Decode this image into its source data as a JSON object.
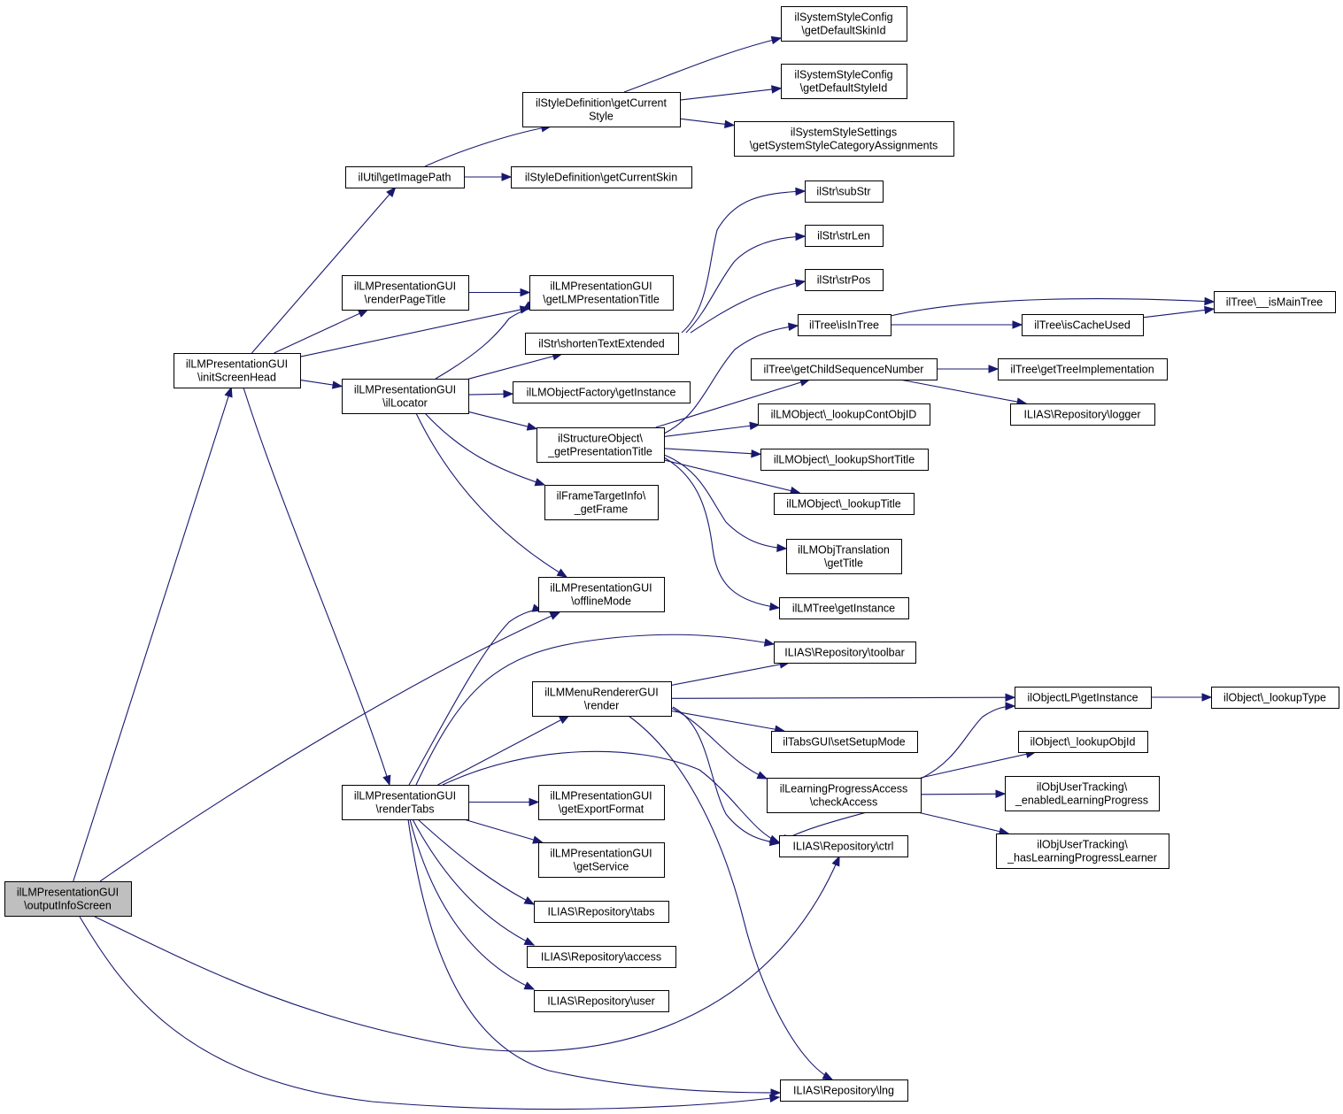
{
  "diagram": {
    "nodes": [
      {
        "id": "outputInfoScreen",
        "lines": [
          "ilLMPresentationGUI",
          "\\outputInfoScreen"
        ],
        "highlight": true
      },
      {
        "id": "initScreenHead",
        "lines": [
          "ilLMPresentationGUI",
          "\\initScreenHead"
        ]
      },
      {
        "id": "renderTabs",
        "lines": [
          "ilLMPresentationGUI",
          "\\renderTabs"
        ]
      },
      {
        "id": "getImagePath",
        "lines": [
          "ilUtil\\getImagePath"
        ]
      },
      {
        "id": "renderPageTitle",
        "lines": [
          "ilLMPresentationGUI",
          "\\renderPageTitle"
        ]
      },
      {
        "id": "ilLocator",
        "lines": [
          "ilLMPresentationGUI",
          "\\ilLocator"
        ]
      },
      {
        "id": "getCurrentStyle",
        "lines": [
          "ilStyleDefinition\\getCurrent",
          "Style"
        ]
      },
      {
        "id": "getCurrentSkin",
        "lines": [
          "ilStyleDefinition\\getCurrentSkin"
        ]
      },
      {
        "id": "getLMPresentationTitle",
        "lines": [
          "ilLMPresentationGUI",
          "\\getLMPresentationTitle"
        ]
      },
      {
        "id": "shortenTextExtended",
        "lines": [
          "ilStr\\shortenTextExtended"
        ]
      },
      {
        "id": "lmObjFactoryGetInstance",
        "lines": [
          "ilLMObjectFactory\\getInstance"
        ]
      },
      {
        "id": "getPresentationTitle",
        "lines": [
          "ilStructureObject\\",
          "_getPresentationTitle"
        ]
      },
      {
        "id": "getFrame",
        "lines": [
          "ilFrameTargetInfo\\",
          "_getFrame"
        ]
      },
      {
        "id": "offlineMode",
        "lines": [
          "ilLMPresentationGUI",
          "\\offlineMode"
        ]
      },
      {
        "id": "menuRender",
        "lines": [
          "ilLMMenuRendererGUI",
          "\\render"
        ]
      },
      {
        "id": "getExportFormat",
        "lines": [
          "ilLMPresentationGUI",
          "\\getExportFormat"
        ]
      },
      {
        "id": "getService",
        "lines": [
          "ilLMPresentationGUI",
          "\\getService"
        ]
      },
      {
        "id": "tabs",
        "lines": [
          "ILIAS\\Repository\\tabs"
        ]
      },
      {
        "id": "access",
        "lines": [
          "ILIAS\\Repository\\access"
        ]
      },
      {
        "id": "user",
        "lines": [
          "ILIAS\\Repository\\user"
        ]
      },
      {
        "id": "getDefaultSkinId",
        "lines": [
          "ilSystemStyleConfig",
          "\\getDefaultSkinId"
        ]
      },
      {
        "id": "getDefaultStyleId",
        "lines": [
          "ilSystemStyleConfig",
          "\\getDefaultStyleId"
        ]
      },
      {
        "id": "getSystemStyleCategoryAssignments",
        "lines": [
          "ilSystemStyleSettings",
          "\\getSystemStyleCategoryAssignments"
        ]
      },
      {
        "id": "subStr",
        "lines": [
          "ilStr\\subStr"
        ]
      },
      {
        "id": "strLen",
        "lines": [
          "ilStr\\strLen"
        ]
      },
      {
        "id": "strPos",
        "lines": [
          "ilStr\\strPos"
        ]
      },
      {
        "id": "isInTree",
        "lines": [
          "ilTree\\isInTree"
        ]
      },
      {
        "id": "getChildSequenceNumber",
        "lines": [
          "ilTree\\getChildSequenceNumber"
        ]
      },
      {
        "id": "lookupContObjID",
        "lines": [
          "ilLMObject\\_lookupContObjID"
        ]
      },
      {
        "id": "lookupShortTitle",
        "lines": [
          "ilLMObject\\_lookupShortTitle"
        ]
      },
      {
        "id": "lookupTitle",
        "lines": [
          "ilLMObject\\_lookupTitle"
        ]
      },
      {
        "id": "getTitle",
        "lines": [
          "ilLMObjTranslation",
          "\\getTitle"
        ]
      },
      {
        "id": "lmTreeGetInstance",
        "lines": [
          "ilLMTree\\getInstance"
        ]
      },
      {
        "id": "toolbar",
        "lines": [
          "ILIAS\\Repository\\toolbar"
        ]
      },
      {
        "id": "setSetupMode",
        "lines": [
          "ilTabsGUI\\setSetupMode"
        ]
      },
      {
        "id": "checkAccess",
        "lines": [
          "ilLearningProgressAccess",
          "\\checkAccess"
        ]
      },
      {
        "id": "ctrl",
        "lines": [
          "ILIAS\\Repository\\ctrl"
        ]
      },
      {
        "id": "lng",
        "lines": [
          "ILIAS\\Repository\\lng"
        ]
      },
      {
        "id": "isCacheUsed",
        "lines": [
          "ilTree\\isCacheUsed"
        ]
      },
      {
        "id": "getTreeImplementation",
        "lines": [
          "ilTree\\getTreeImplementation"
        ]
      },
      {
        "id": "logger",
        "lines": [
          "ILIAS\\Repository\\logger"
        ]
      },
      {
        "id": "objectLPGetInstance",
        "lines": [
          "ilObjectLP\\getInstance"
        ]
      },
      {
        "id": "lookupObjId",
        "lines": [
          "ilObject\\_lookupObjId"
        ]
      },
      {
        "id": "enabledLearningProgress",
        "lines": [
          "ilObjUserTracking\\",
          "_enabledLearningProgress"
        ]
      },
      {
        "id": "hasLearningProgressLearner",
        "lines": [
          "ilObjUserTracking\\",
          "_hasLearningProgressLearner"
        ]
      },
      {
        "id": "isMainTree",
        "lines": [
          "ilTree\\__isMainTree"
        ]
      },
      {
        "id": "lookupType",
        "lines": [
          "ilObject\\_lookupType"
        ]
      }
    ],
    "edges": [
      {
        "from": "outputInfoScreen",
        "to": "initScreenHead"
      },
      {
        "from": "outputInfoScreen",
        "to": "offlineMode"
      },
      {
        "from": "outputInfoScreen",
        "to": "ctrl"
      },
      {
        "from": "outputInfoScreen",
        "to": "lng"
      },
      {
        "from": "initScreenHead",
        "to": "getImagePath"
      },
      {
        "from": "initScreenHead",
        "to": "renderPageTitle"
      },
      {
        "from": "initScreenHead",
        "to": "getLMPresentationTitle"
      },
      {
        "from": "initScreenHead",
        "to": "ilLocator"
      },
      {
        "from": "initScreenHead",
        "to": "renderTabs"
      },
      {
        "from": "getImagePath",
        "to": "getCurrentStyle"
      },
      {
        "from": "getImagePath",
        "to": "getCurrentSkin"
      },
      {
        "from": "getCurrentStyle",
        "to": "getDefaultSkinId"
      },
      {
        "from": "getCurrentStyle",
        "to": "getDefaultStyleId"
      },
      {
        "from": "getCurrentStyle",
        "to": "getSystemStyleCategoryAssignments"
      },
      {
        "from": "renderPageTitle",
        "to": "getLMPresentationTitle"
      },
      {
        "from": "ilLocator",
        "to": "getLMPresentationTitle"
      },
      {
        "from": "ilLocator",
        "to": "shortenTextExtended"
      },
      {
        "from": "ilLocator",
        "to": "lmObjFactoryGetInstance"
      },
      {
        "from": "ilLocator",
        "to": "getPresentationTitle"
      },
      {
        "from": "ilLocator",
        "to": "getFrame"
      },
      {
        "from": "ilLocator",
        "to": "offlineMode"
      },
      {
        "from": "shortenTextExtended",
        "to": "subStr"
      },
      {
        "from": "shortenTextExtended",
        "to": "strLen"
      },
      {
        "from": "shortenTextExtended",
        "to": "strPos"
      },
      {
        "from": "getPresentationTitle",
        "to": "isInTree"
      },
      {
        "from": "getPresentationTitle",
        "to": "getChildSequenceNumber"
      },
      {
        "from": "getPresentationTitle",
        "to": "lookupContObjID"
      },
      {
        "from": "getPresentationTitle",
        "to": "lookupShortTitle"
      },
      {
        "from": "getPresentationTitle",
        "to": "lookupTitle"
      },
      {
        "from": "getPresentationTitle",
        "to": "getTitle"
      },
      {
        "from": "getPresentationTitle",
        "to": "lmTreeGetInstance"
      },
      {
        "from": "isInTree",
        "to": "isCacheUsed"
      },
      {
        "from": "isInTree",
        "to": "isMainTree"
      },
      {
        "from": "isCacheUsed",
        "to": "isMainTree"
      },
      {
        "from": "getChildSequenceNumber",
        "to": "getTreeImplementation"
      },
      {
        "from": "getChildSequenceNumber",
        "to": "logger"
      },
      {
        "from": "renderTabs",
        "to": "offlineMode"
      },
      {
        "from": "renderTabs",
        "to": "toolbar"
      },
      {
        "from": "renderTabs",
        "to": "menuRender"
      },
      {
        "from": "renderTabs",
        "to": "ctrl"
      },
      {
        "from": "renderTabs",
        "to": "getExportFormat"
      },
      {
        "from": "renderTabs",
        "to": "getService"
      },
      {
        "from": "renderTabs",
        "to": "tabs"
      },
      {
        "from": "renderTabs",
        "to": "access"
      },
      {
        "from": "renderTabs",
        "to": "user"
      },
      {
        "from": "renderTabs",
        "to": "lng"
      },
      {
        "from": "menuRender",
        "to": "toolbar"
      },
      {
        "from": "menuRender",
        "to": "objectLPGetInstance"
      },
      {
        "from": "menuRender",
        "to": "setSetupMode"
      },
      {
        "from": "menuRender",
        "to": "checkAccess"
      },
      {
        "from": "menuRender",
        "to": "ctrl"
      },
      {
        "from": "menuRender",
        "to": "lng"
      },
      {
        "from": "checkAccess",
        "to": "objectLPGetInstance"
      },
      {
        "from": "checkAccess",
        "to": "lookupObjId"
      },
      {
        "from": "checkAccess",
        "to": "enabledLearningProgress"
      },
      {
        "from": "checkAccess",
        "to": "hasLearningProgressLearner"
      },
      {
        "from": "checkAccess",
        "to": "ctrl"
      },
      {
        "from": "objectLPGetInstance",
        "to": "lookupType"
      }
    ]
  }
}
